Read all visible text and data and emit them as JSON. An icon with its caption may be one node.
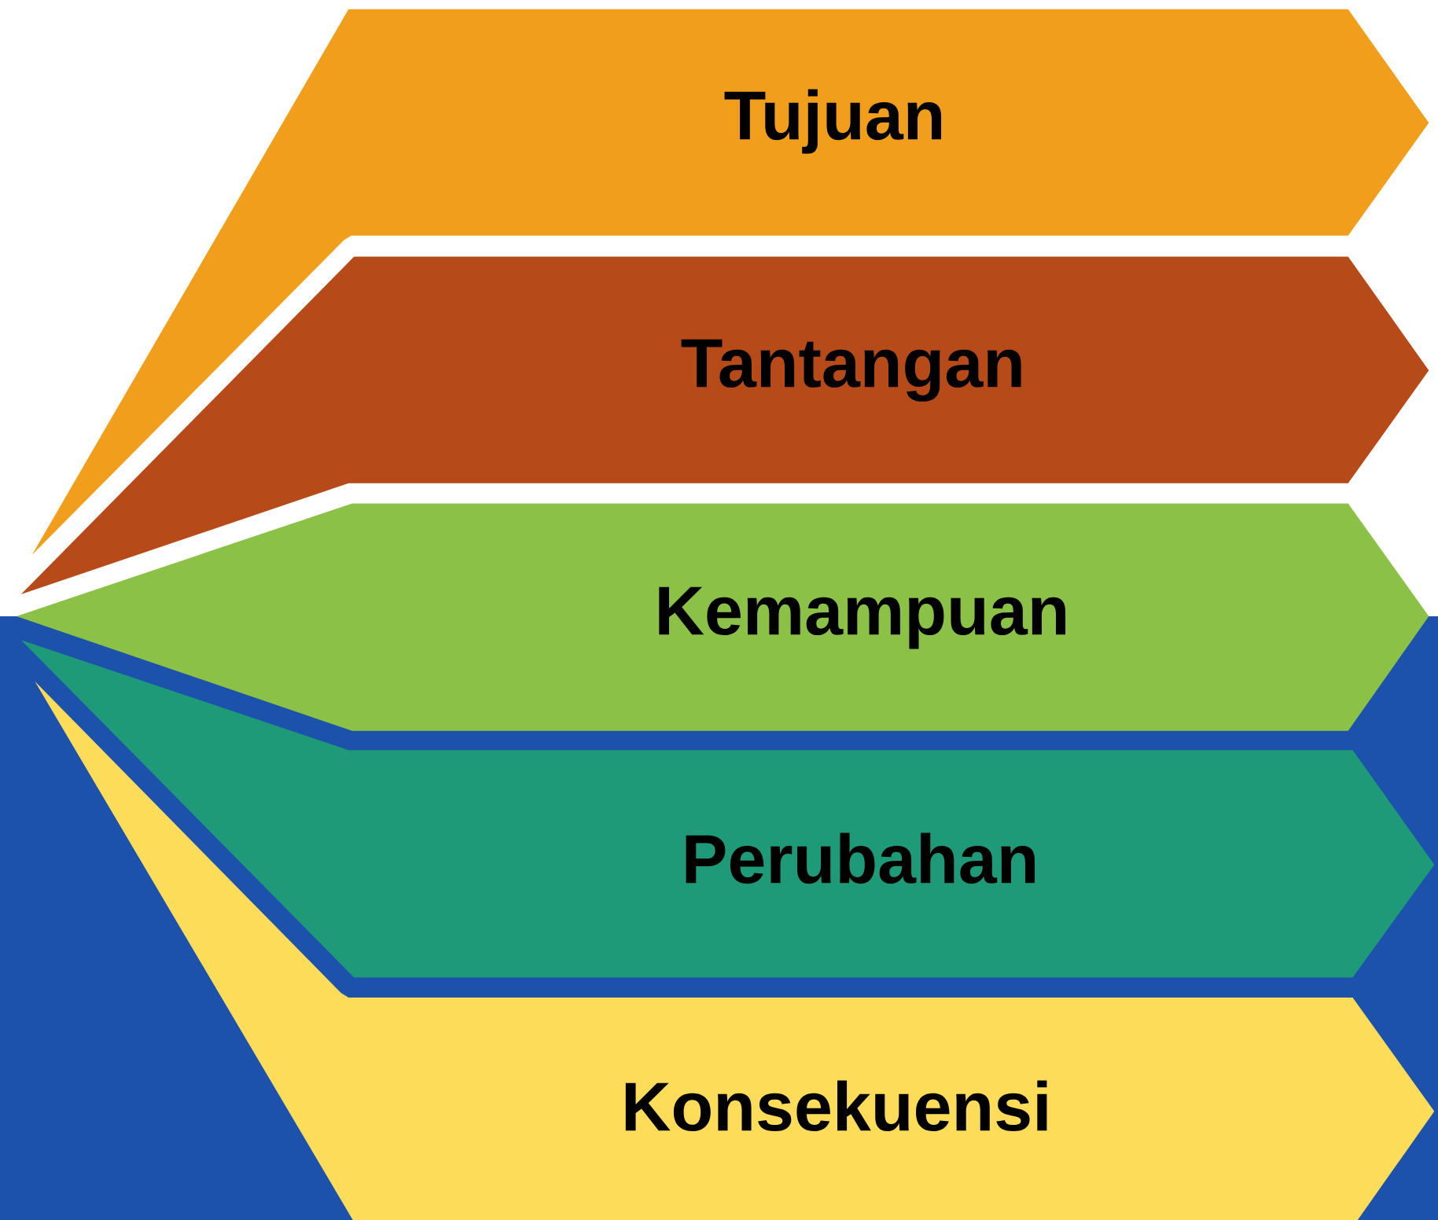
{
  "diagram": {
    "nodes": [
      {
        "text": [
          "Tujuan"
        ]
      },
      {
        "text": [
          "Tantangan"
        ]
      },
      {
        "text": [
          "Kemampuan"
        ]
      },
      {
        "text": [
          "Perubahan"
        ]
      },
      {
        "text": [
          "Konsekuensi"
        ]
      }
    ]
  }
}
